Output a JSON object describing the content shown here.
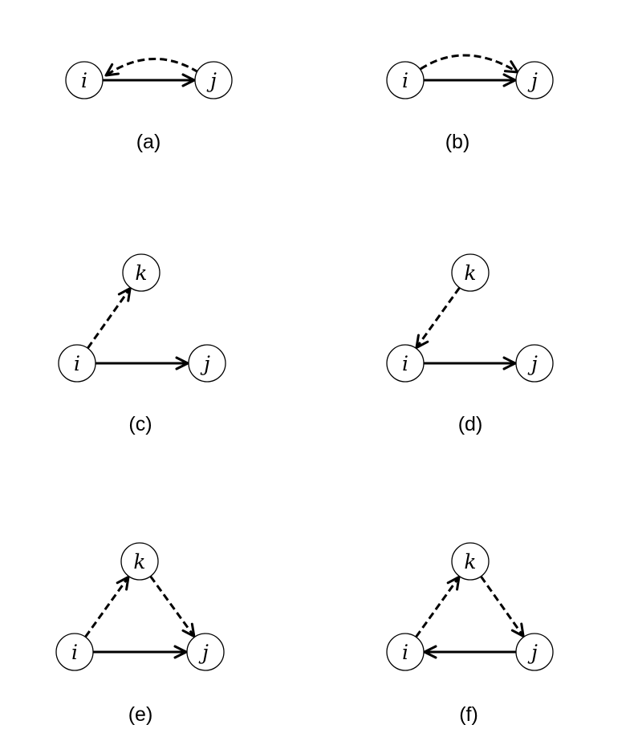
{
  "panels": [
    {
      "id": "a",
      "label": "(a)",
      "nodes": [
        {
          "id": "i",
          "label": "i"
        },
        {
          "id": "j",
          "label": "j"
        }
      ],
      "edges": [
        {
          "from": "i",
          "to": "j",
          "style": "solid"
        },
        {
          "from": "j",
          "to": "i",
          "style": "dashed"
        }
      ]
    },
    {
      "id": "b",
      "label": "(b)",
      "nodes": [
        {
          "id": "i",
          "label": "i"
        },
        {
          "id": "j",
          "label": "j"
        }
      ],
      "edges": [
        {
          "from": "i",
          "to": "j",
          "style": "solid"
        },
        {
          "from": "i",
          "to": "j",
          "style": "dashed"
        }
      ]
    },
    {
      "id": "c",
      "label": "(c)",
      "nodes": [
        {
          "id": "i",
          "label": "i"
        },
        {
          "id": "j",
          "label": "j"
        },
        {
          "id": "k",
          "label": "k"
        }
      ],
      "edges": [
        {
          "from": "i",
          "to": "j",
          "style": "solid"
        },
        {
          "from": "i",
          "to": "k",
          "style": "dashed"
        }
      ]
    },
    {
      "id": "d",
      "label": "(d)",
      "nodes": [
        {
          "id": "i",
          "label": "i"
        },
        {
          "id": "j",
          "label": "j"
        },
        {
          "id": "k",
          "label": "k"
        }
      ],
      "edges": [
        {
          "from": "i",
          "to": "j",
          "style": "solid"
        },
        {
          "from": "k",
          "to": "i",
          "style": "dashed"
        }
      ]
    },
    {
      "id": "e",
      "label": "(e)",
      "nodes": [
        {
          "id": "i",
          "label": "i"
        },
        {
          "id": "j",
          "label": "j"
        },
        {
          "id": "k",
          "label": "k"
        }
      ],
      "edges": [
        {
          "from": "i",
          "to": "j",
          "style": "solid"
        },
        {
          "from": "i",
          "to": "k",
          "style": "dashed"
        },
        {
          "from": "k",
          "to": "j",
          "style": "dashed"
        }
      ]
    },
    {
      "id": "f",
      "label": "(f)",
      "nodes": [
        {
          "id": "i",
          "label": "i"
        },
        {
          "id": "j",
          "label": "j"
        },
        {
          "id": "k",
          "label": "k"
        }
      ],
      "edges": [
        {
          "from": "j",
          "to": "i",
          "style": "solid"
        },
        {
          "from": "i",
          "to": "k",
          "style": "dashed"
        },
        {
          "from": "k",
          "to": "j",
          "style": "dashed"
        }
      ]
    }
  ]
}
